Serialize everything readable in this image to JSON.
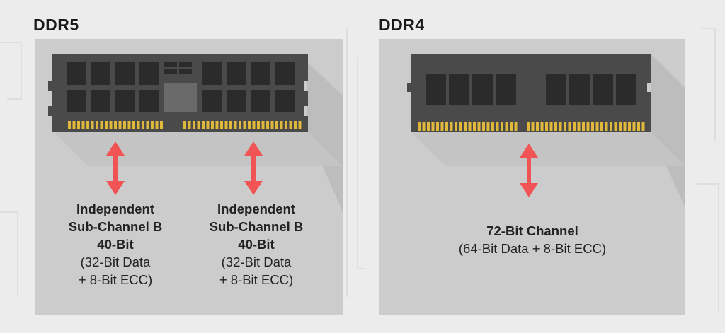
{
  "ddr5": {
    "title": "DDR5",
    "channels": [
      {
        "name": "Independent Sub-Channel B",
        "name_line1": "Independent",
        "name_line2": "Sub-Channel B",
        "width": "40-Bit",
        "detail_line1": "(32-Bit Data",
        "detail_line2": "+ 8-Bit ECC)"
      },
      {
        "name": "Independent Sub-Channel B",
        "name_line1": "Independent",
        "name_line2": "Sub-Channel B",
        "width": "40-Bit",
        "detail_line1": "(32-Bit Data",
        "detail_line2": "+ 8-Bit ECC)"
      }
    ]
  },
  "ddr4": {
    "title": "DDR4",
    "channel": {
      "width": "72-Bit Channel",
      "detail": "(64-Bit Data + 8-Bit ECC)"
    }
  },
  "colors": {
    "panel": "#cccccc",
    "module": "#4a4a4a",
    "chip": "#2b2b2b",
    "pins": "#e0b83c",
    "arrow": "#f05454"
  }
}
